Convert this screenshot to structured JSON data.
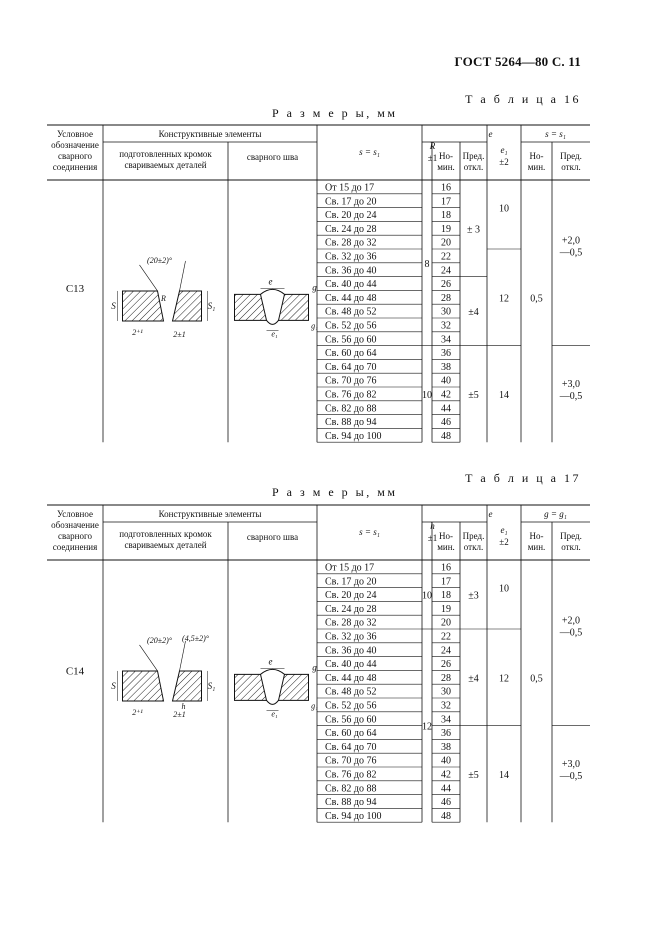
{
  "header": {
    "doc_ref": "ГОСТ 5264—80 С. 11"
  },
  "t16": {
    "label": "Т а б л и ц а   16",
    "sublabel": "Р а з м е р ы,  мм",
    "h_designation": [
      "Условное",
      "обозначение",
      "сварного",
      "соединения"
    ],
    "h_elements": "Конструктивные элементы",
    "h_prepared": [
      "подготовленных кромок",
      "свариваемых деталей"
    ],
    "h_weld": "сварного шва",
    "h_s": "s = s₁",
    "h_R": "R",
    "h_R_tol": "±1",
    "h_e": "e",
    "h_nom": [
      "Но-",
      "мин."
    ],
    "h_dev": [
      "Пред.",
      "откл."
    ],
    "h_e1": "e₁",
    "h_e1_tol": "±2",
    "h_ss1": "s = s₁",
    "designation": "С13",
    "ranges": [
      "От 15 до 17",
      "Св. 17 до 20",
      "Св. 20 до 24",
      "Св. 24 до 28",
      "Св. 28 до 32",
      "Св. 32 до 36",
      "Св. 36 до 40",
      "Св. 40 до 44",
      "Св. 44 до 48",
      "Св. 48 до 52",
      "Св. 52 до 56",
      "Св. 56 до 60",
      "Св. 60 до 64",
      "Св. 64 до 70",
      "Св. 70 до 76",
      "Св. 76 до 82",
      "Св. 82 до 88",
      "Св. 88 до 94",
      "Св. 94 до 100"
    ],
    "e_nom": [
      "16",
      "17",
      "18",
      "19",
      "20",
      "22",
      "24",
      "26",
      "28",
      "30",
      "32",
      "34",
      "36",
      "38",
      "40",
      "42",
      "44",
      "46",
      "48"
    ],
    "R_vals": [
      "8",
      "10"
    ],
    "e_dev": [
      "± 3",
      "±4",
      "±5"
    ],
    "e1_vals": [
      "10",
      "12",
      "14"
    ],
    "nom": "0,5",
    "dev1": [
      "+2,0",
      "—0,5"
    ],
    "dev2": [
      "+3,0",
      "—0,5"
    ],
    "fig_prep": {
      "angle": "(20±2)°",
      "R": "R",
      "s": "S",
      "s1": "S₁",
      "gap": "2⁺¹",
      "gap2": "2±1"
    },
    "fig_weld": {
      "e": "e",
      "g": "g",
      "e1": "e₁",
      "g1": "g₁"
    }
  },
  "t17": {
    "label": "Т а б л и ц а   17",
    "sublabel": "Р а з м е р ы,  мм",
    "h_designation": [
      "Условное",
      "обозначение",
      "сварного",
      "соединения"
    ],
    "h_elements": "Конструктивные элементы",
    "h_prepared": [
      "подготовленных кромок",
      "свариваемых деталей"
    ],
    "h_weld": "сварного шва",
    "h_s": "s = s₁",
    "h_h": "h",
    "h_h_tol": "±1",
    "h_e": "e",
    "h_nom": [
      "Но-",
      "мин."
    ],
    "h_dev": [
      "Пред.",
      "откл."
    ],
    "h_e1": "e₁",
    "h_e1_tol": "±2",
    "h_gg1": "g = g₁",
    "designation": "С14",
    "ranges": [
      "От 15 до 17",
      "Св. 17 до 20",
      "Св. 20 до 24",
      "Св. 24 до 28",
      "Св. 28 до 32",
      "Св. 32 до 36",
      "Св. 36 до 40",
      "Св. 40 до 44",
      "Св. 44 до 48",
      "Св. 48 до 52",
      "Св. 52 до 56",
      "Св. 56 до 60",
      "Св. 60 до 64",
      "Св. 64 до 70",
      "Св. 70 до 76",
      "Св. 76 до 82",
      "Св. 82 до 88",
      "Св. 88 до 94",
      "Св. 94 до 100"
    ],
    "e_nom": [
      "16",
      "17",
      "18",
      "19",
      "20",
      "22",
      "24",
      "26",
      "28",
      "30",
      "32",
      "34",
      "36",
      "38",
      "40",
      "42",
      "44",
      "46",
      "48"
    ],
    "h_vals": [
      "10",
      "12"
    ],
    "e_dev": [
      "±3",
      "±4",
      "±5"
    ],
    "e1_vals": [
      "10",
      "12",
      "14"
    ],
    "nom": "0,5",
    "dev1": [
      "+2,0",
      "—0,5"
    ],
    "dev2": [
      "+3,0",
      "—0,5"
    ],
    "fig_prep": {
      "angle": "(20±2)°",
      "angle2": "(4,5±2)°",
      "s": "S",
      "s1": "S₁",
      "h": "h",
      "gap": "2⁺¹",
      "gap2": "2±1"
    },
    "fig_weld": {
      "e": "e",
      "g": "g",
      "e1": "e₁",
      "g1": "g₁"
    }
  }
}
